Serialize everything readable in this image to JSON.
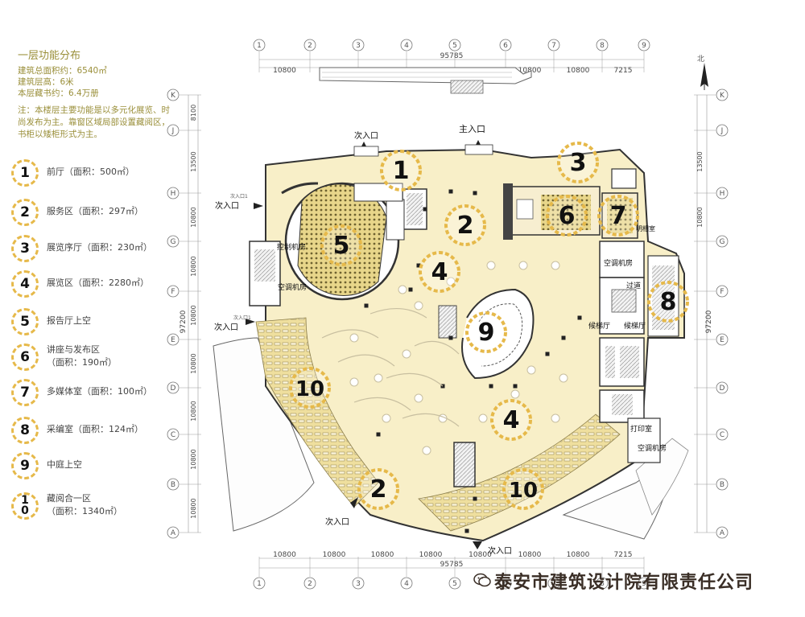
{
  "panel": {
    "title": "一层功能分布",
    "stats": [
      "建筑总面积约：6540㎡",
      "建筑层高：6米",
      "本层藏书约：6.4万册"
    ],
    "note": "注：本楼层主要功能是以多元化展览、时尚发布为主。靠窗区域局部设置藏阅区，书柜以矮柜形式为主。"
  },
  "legend": [
    {
      "num": "1",
      "label": "前厅（面积：500㎡）",
      "sub": ""
    },
    {
      "num": "2",
      "label": "服务区（面积：297㎡）",
      "sub": ""
    },
    {
      "num": "3",
      "label": "展览序厅（面积：230㎡）",
      "sub": ""
    },
    {
      "num": "4",
      "label": "展览区（面积：2280㎡）",
      "sub": ""
    },
    {
      "num": "5",
      "label": "报告厅上空",
      "sub": ""
    },
    {
      "num": "6",
      "label": "讲座与发布区",
      "sub": "（面积：190㎡）"
    },
    {
      "num": "7",
      "label": "多媒体室（面积：100㎡）",
      "sub": ""
    },
    {
      "num": "8",
      "label": "采编室（面积：124㎡）",
      "sub": ""
    },
    {
      "num": "9",
      "label": "中庭上空",
      "sub": ""
    },
    {
      "num": "10",
      "label": "藏阅合一区",
      "sub": "（面积：1340㎡）"
    }
  ],
  "grid": {
    "columns": [
      "1",
      "2",
      "3",
      "4",
      "5",
      "6",
      "7",
      "8",
      "9"
    ],
    "rows": [
      "K",
      "J",
      "H",
      "G",
      "F",
      "E",
      "D",
      "C",
      "B",
      "A"
    ],
    "top_total": "95785",
    "bottom_total": "95785",
    "spans": [
      "10800",
      "10800",
      "10800",
      "10800",
      "10800",
      "10800",
      "10800",
      "7215"
    ],
    "left_total": "97200",
    "right_total": "97200",
    "left_spans": [
      "8100",
      "13500",
      "10800",
      "10800",
      "10800",
      "10800",
      "10800",
      "10800",
      "10800"
    ],
    "right_spans": [
      "13500",
      "10800"
    ],
    "north": "北"
  },
  "entrances": {
    "main": "主入口",
    "secondary": "次入口",
    "secondary_small": "次入口1"
  },
  "rooms": {
    "ac1": "空调机房",
    "ac2": "空调机房",
    "ac3": "空调机房",
    "control": "控制机房",
    "passage": "过道",
    "elevator1": "候梯厅",
    "elevator2": "候梯厅",
    "print": "打印室",
    "room7": "明相室"
  },
  "watermark": "泰安市建筑设计院有限责任公司",
  "colors": {
    "floor": "#f8efc8",
    "floor_dark": "#efdf9e",
    "badge": "#e6b94a",
    "wall": "#333333",
    "grid_line": "#999999"
  }
}
